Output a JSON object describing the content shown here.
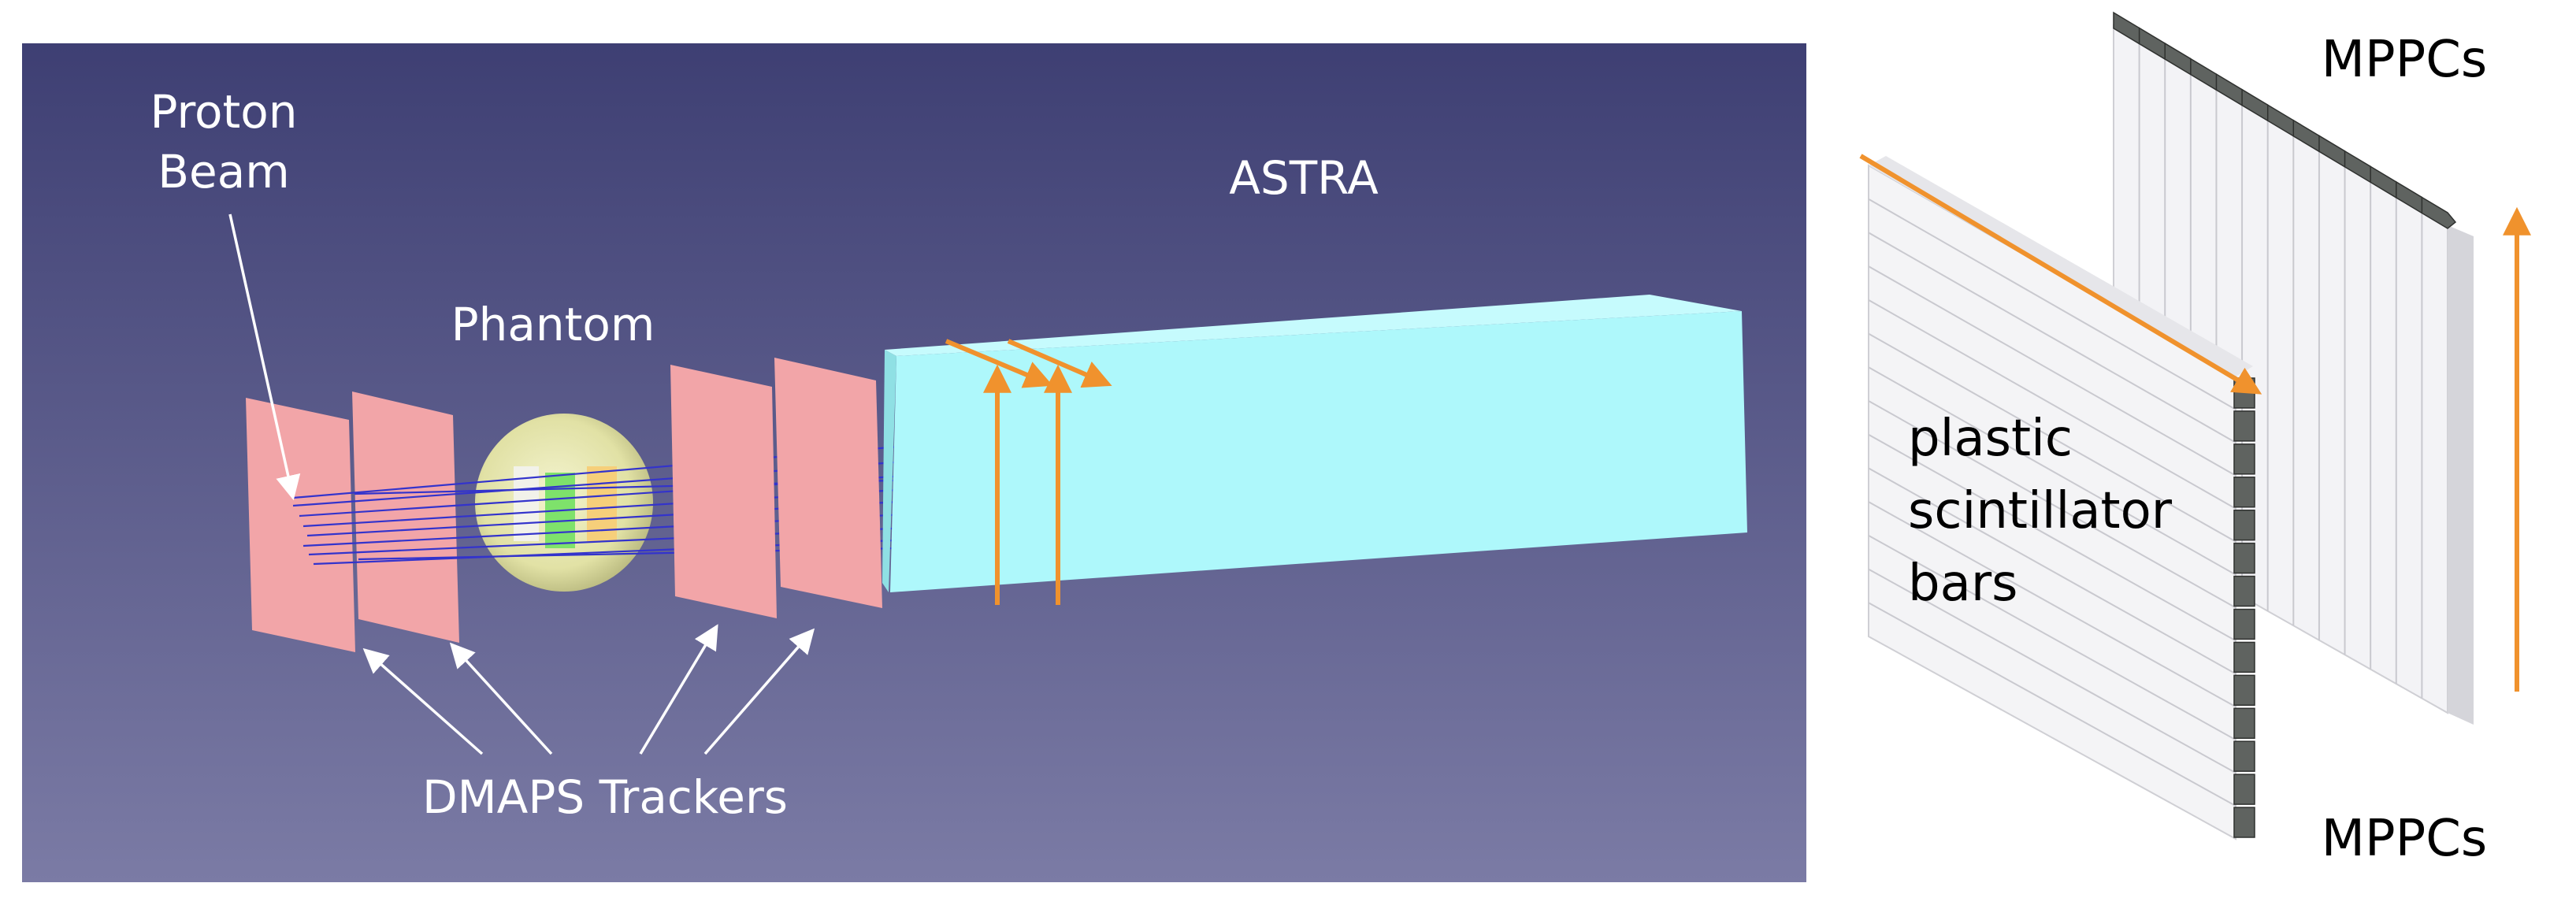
{
  "left_panel": {
    "labels": {
      "proton_beam_line1": "Proton",
      "proton_beam_line2": "Beam",
      "phantom": "Phantom",
      "astra": "ASTRA",
      "trackers": "DMAPS Trackers"
    },
    "colors": {
      "background_top": "#3e3f73",
      "background_bottom": "#7b7ba5",
      "tracker_plane": "#f2a5a8",
      "phantom_sphere": "#e6e6a8",
      "astra_block": "#aef8fb",
      "arrow_orange": "#f0922d",
      "proton_track": "#3333cc",
      "label": "#ffffff"
    }
  },
  "right_panel": {
    "labels": {
      "mppcs_top": "MPPCs",
      "mppcs_bottom": "MPPCs",
      "bars_line1": "plastic",
      "bars_line2": "scintillator",
      "bars_line3": "bars"
    },
    "colors": {
      "bar_face": "#f4f4f6",
      "bar_line": "#c9c9cf",
      "mppc": "#5f6360",
      "arrow_orange": "#f0922d",
      "label": "#000000"
    }
  }
}
